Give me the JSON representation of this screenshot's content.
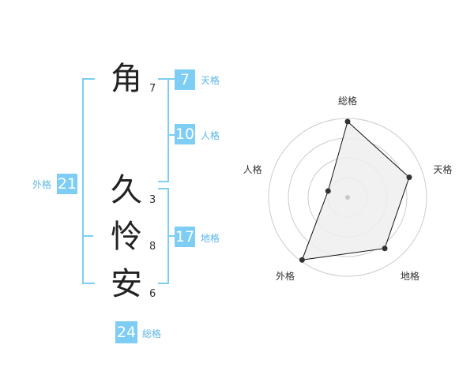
{
  "name": {
    "characters": [
      {
        "char": "角",
        "strokes": "7"
      },
      {
        "char": "久",
        "strokes": "3"
      },
      {
        "char": "怜",
        "strokes": "8"
      },
      {
        "char": "安",
        "strokes": "6"
      }
    ]
  },
  "kakusu": {
    "tenkaku": {
      "value": "7",
      "label": "天格"
    },
    "jinkaku": {
      "value": "10",
      "label": "人格"
    },
    "chikaku": {
      "value": "17",
      "label": "地格"
    },
    "gaikaku": {
      "value": "21",
      "label": "外格"
    },
    "soukaku": {
      "value": "24",
      "label": "総格"
    }
  },
  "chart_data": {
    "type": "radar",
    "axes": [
      "総格",
      "天格",
      "地格",
      "外格",
      "人格"
    ],
    "values": [
      4.8,
      4.1,
      4.0,
      4.9,
      1.3
    ],
    "rmax": 5,
    "rings": 4,
    "colors": {
      "fill": "#efefef",
      "stroke": "#111111",
      "grid": "#cccccc",
      "point": "#333333",
      "center": "#c8c8c8"
    }
  },
  "colors": {
    "accent": "#7dcdf4",
    "label": "#5ab7e8"
  }
}
